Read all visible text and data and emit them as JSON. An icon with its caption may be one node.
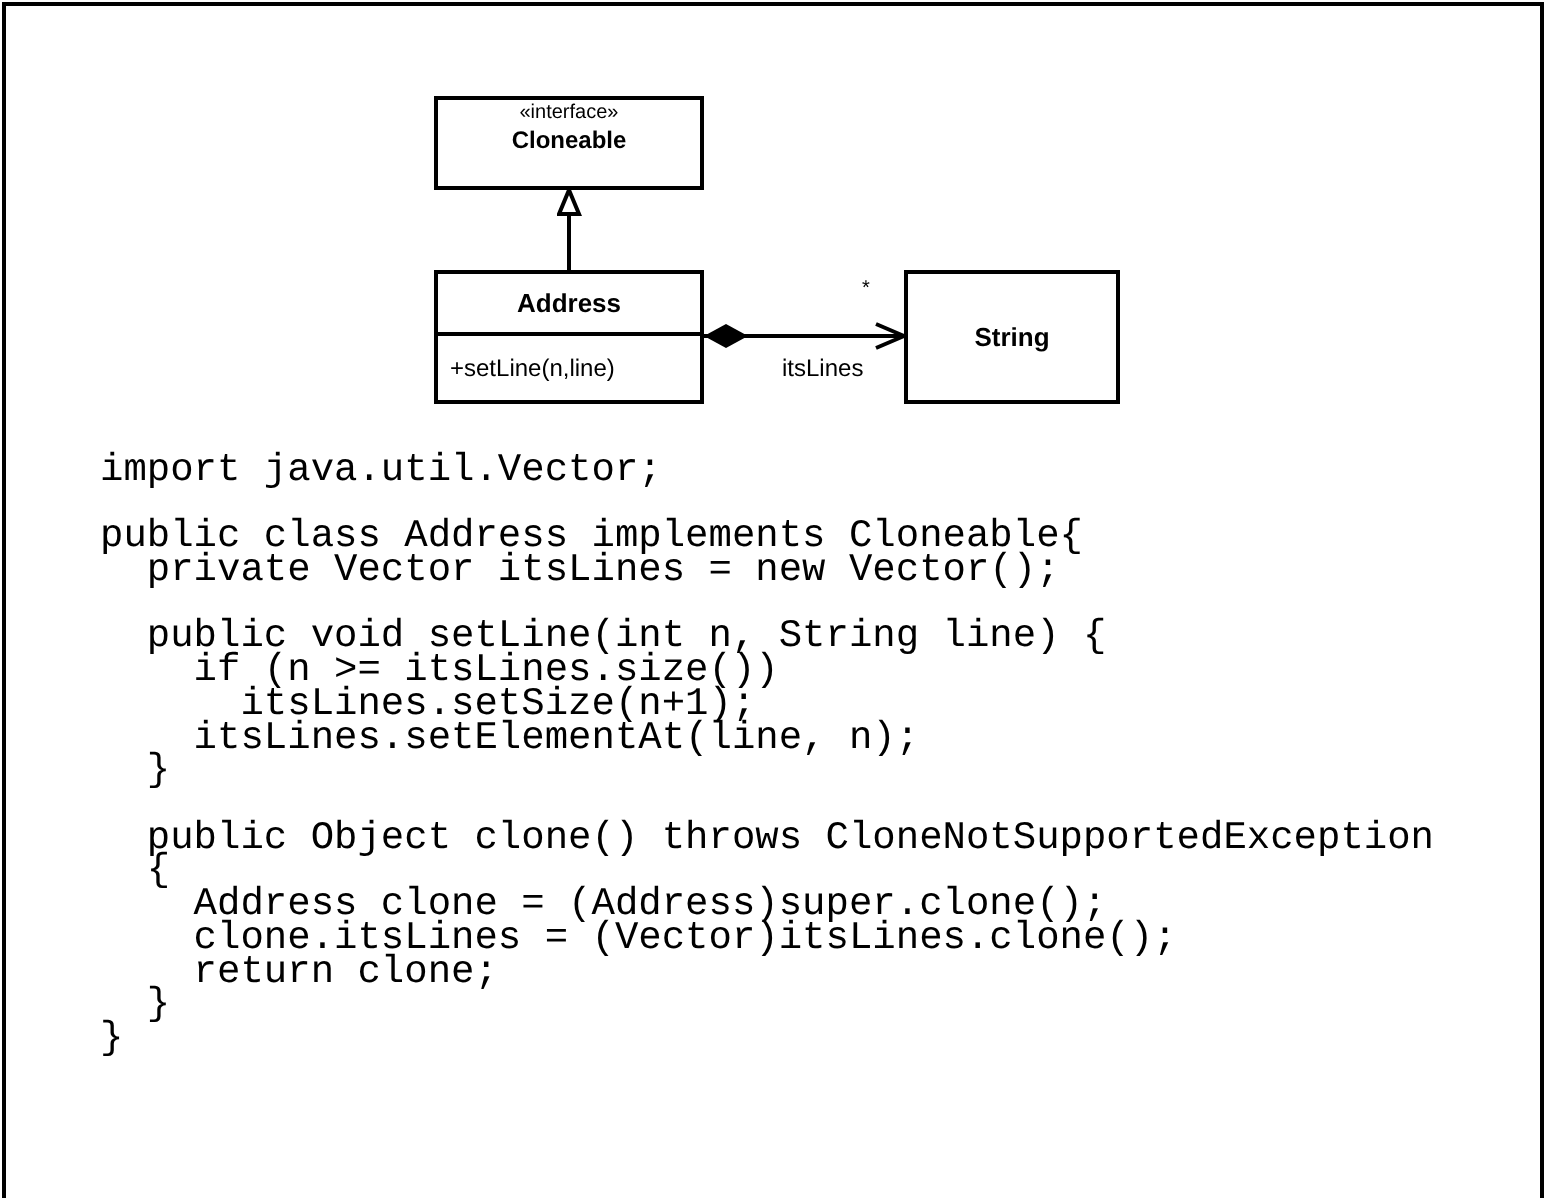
{
  "diagram": {
    "nodes": [
      {
        "text": [
          "«interface»",
          "Cloneable"
        ]
      },
      {
        "text": [
          "Address",
          "+setLine(n,line)"
        ]
      },
      {
        "text": [
          "String"
        ]
      }
    ],
    "edges": [
      {
        "from": 1,
        "to": 0,
        "arrow": "to"
      },
      {
        "from": 1,
        "to": 2,
        "arrow": "to",
        "label": "itsLines"
      }
    ],
    "labels": [
      "*",
      "import java.util.Vector;",
      "public class Address implements Cloneable{",
      "  private Vector itsLines = new Vector();",
      "  public void setLine(int n, String line) {",
      "    if (n >= itsLines.size())",
      "      itsLines.setSize(n+1);",
      "    itsLines.setElementAt(line, n);",
      "  }",
      "  public Object clone() throws CloneNotSupportedException",
      "  {",
      "    Address clone = (Address)super.clone();",
      "    clone.itsLines = (Vector)itsLines.clone();",
      "    return clone;",
      "  }",
      "}"
    ]
  }
}
